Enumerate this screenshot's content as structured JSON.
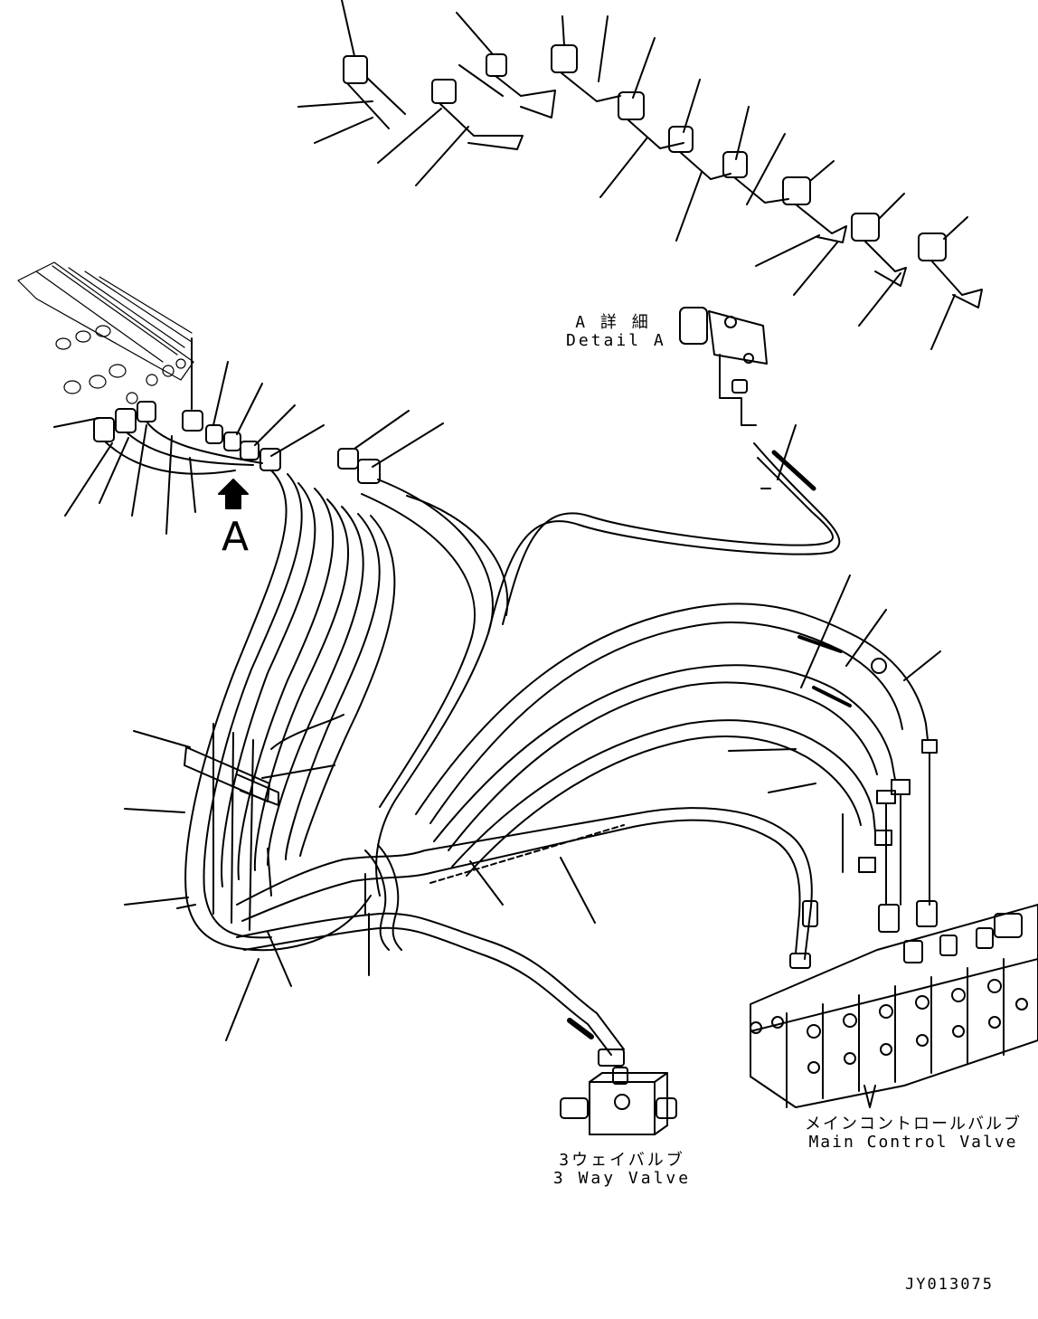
{
  "arrow_label": "A",
  "detail": {
    "jp": "A 詳 細",
    "en": "Detail A"
  },
  "three_way_valve": {
    "jp": "3ウェイバルブ",
    "en": "3 Way Valve"
  },
  "main_control_valve": {
    "jp": "メインコントロールバルブ",
    "en": "Main Control Valve"
  },
  "drawing_id": "JY013075",
  "colors": {
    "line": "#000000",
    "background": "#ffffff"
  }
}
